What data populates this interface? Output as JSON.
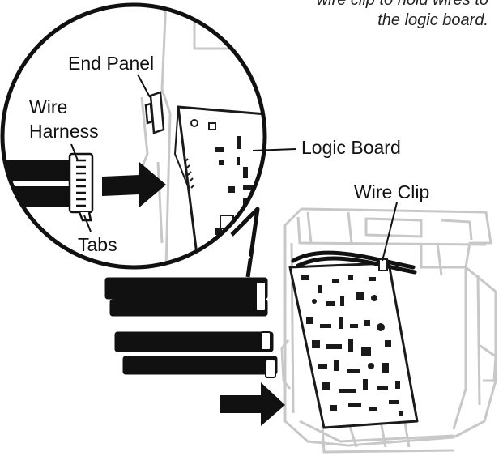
{
  "caption": {
    "line1": "wire clip to hold wires to",
    "line2": "the logic board."
  },
  "callouts": {
    "end_panel": "End Panel",
    "wire_harness_1": "Wire",
    "wire_harness_2": "Harness",
    "tabs": "Tabs",
    "logic_board": "Logic Board",
    "wire_clip": "Wire Clip"
  },
  "colors": {
    "line": "#1a1a1a",
    "ghost": "#c8c8c8",
    "wire": "#111111",
    "background": "#ffffff"
  }
}
